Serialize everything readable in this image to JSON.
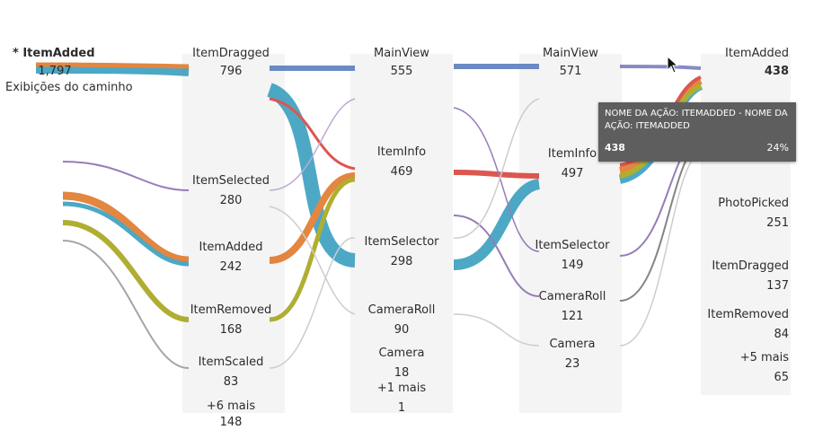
{
  "tooltip": {
    "text": "NOME DA AÇÃO: ITEMADDED - NOME DA AÇÃO: ITEMADDED",
    "value": "438",
    "percent": "24%"
  },
  "columns": [
    {
      "nodes": [
        {
          "label": "* ItemAdded",
          "count": "1,797",
          "sub": "Exibições do caminho"
        }
      ]
    },
    {
      "nodes": [
        {
          "label": "ItemDragged",
          "count": "796"
        },
        {
          "label": "ItemSelected",
          "count": "280"
        },
        {
          "label": "ItemAdded",
          "count": "242"
        },
        {
          "label": "ItemRemoved",
          "count": "168"
        },
        {
          "label": "ItemScaled",
          "count": "83"
        },
        {
          "label": "+6 mais",
          "count": "148"
        }
      ]
    },
    {
      "nodes": [
        {
          "label": "MainView",
          "count": "555"
        },
        {
          "label": "ItemInfo",
          "count": "469"
        },
        {
          "label": "ItemSelector",
          "count": "298"
        },
        {
          "label": "CameraRoll",
          "count": "90"
        },
        {
          "label": "Camera",
          "count": "18"
        },
        {
          "label": "+1 mais",
          "count": "1"
        }
      ]
    },
    {
      "nodes": [
        {
          "label": "MainView",
          "count": "571"
        },
        {
          "label": "ItemInfo",
          "count": "497"
        },
        {
          "label": "ItemSelector",
          "count": "149"
        },
        {
          "label": "CameraRoll",
          "count": "121"
        },
        {
          "label": "Camera",
          "count": "23"
        }
      ]
    },
    {
      "nodes": [
        {
          "label": "ItemAdded",
          "count": "438"
        },
        {
          "label": "PhotoPicked",
          "count": "251"
        },
        {
          "label": "ItemDragged",
          "count": "137"
        },
        {
          "label": "ItemRemoved",
          "count": "84"
        },
        {
          "label": "+5 mais",
          "count": "65"
        }
      ]
    }
  ],
  "colors": {
    "teal": "#3a9fbf",
    "orange": "#e07a2c",
    "olive": "#a8a61c",
    "purple": "#8b6fb0",
    "red": "#d9453d",
    "column_bg": "#f4f4f4",
    "tooltip_bg": "#5e5e5e"
  }
}
